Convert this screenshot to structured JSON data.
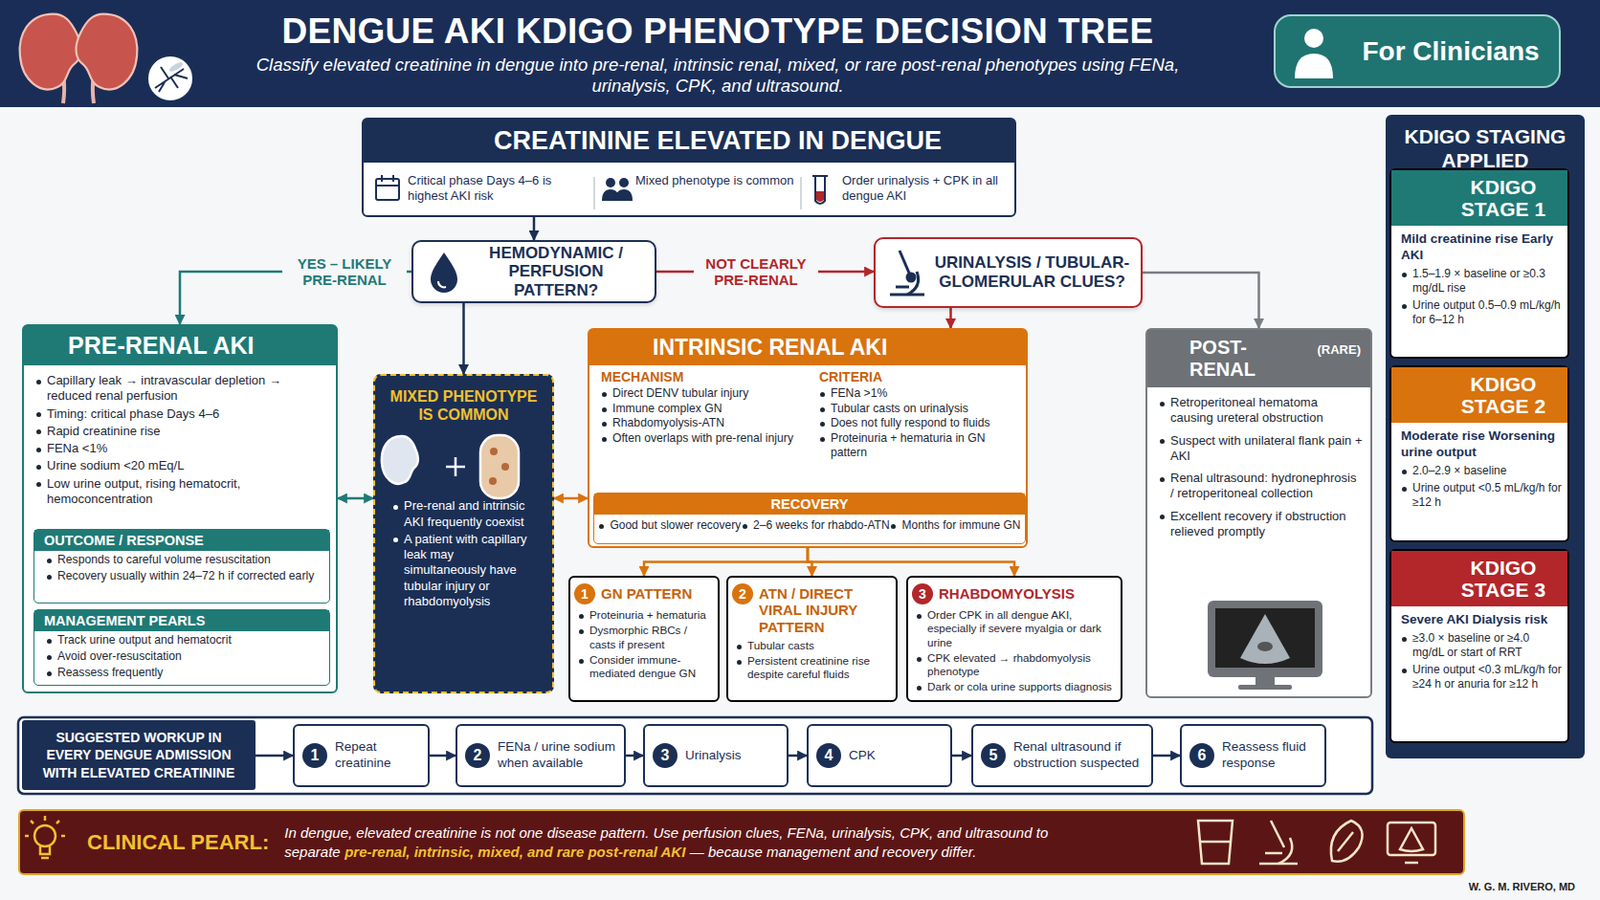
{
  "diagram": {
    "title": "DENGUE AKI KDIGO PHENOTYPE DECISION TREE",
    "caption": "Classify elevated creatinine in dengue into pre-renal, intrinsic renal, mixed, or rare post-renal phenotypes using FENa, urinalysis, CPK, and ultrasound.",
    "nodes": [
      {
        "text": [
          "For Clinicians"
        ]
      },
      {
        "text": [
          "CREATININE ELEVATED IN DENGUE"
        ]
      },
      {
        "text": [
          "Critical phase Days 4–6 is highest AKI risk"
        ],
        "in": 1
      },
      {
        "text": [
          "Mixed phenotype is common"
        ],
        "in": 1
      },
      {
        "text": [
          "Order urinalysis + CPK in all dengue AKI"
        ],
        "in": 1
      },
      {
        "text": [
          "HEMODYNAMIC / PERFUSION PATTERN?"
        ]
      },
      {
        "text": [
          "URINALYSIS / TUBULAR-GLOMERULAR CLUES?"
        ]
      },
      {
        "text": [
          "PRE-RENAL AKI",
          "Capillary leak → intravascular depletion → reduced renal perfusion",
          "Timing: critical phase Days 4–6",
          "Rapid creatinine rise",
          "FENa <1%",
          "Urine sodium <20 mEq/L",
          "Low urine output, rising hematocrit, hemoconcentration"
        ]
      },
      {
        "text": [
          "OUTCOME / RESPONSE",
          "Responds to careful volume resuscitation",
          "Recovery usually within 24–72 h if corrected early"
        ],
        "in": 7
      },
      {
        "text": [
          "MANAGEMENT PEARLS",
          "Track urine output and hematocrit",
          "Avoid over-resuscitation",
          "Reassess frequently"
        ],
        "in": 7
      },
      {
        "text": [
          "MIXED PHENOTYPE IS COMMON",
          "Pre-renal and intrinsic AKI frequently coexist",
          "A patient with capillary leak may simultaneously have tubular injury or rhabdomyolysis"
        ]
      },
      {
        "text": [
          "INTRINSIC RENAL AKI",
          "MECHANISM",
          "Direct DENV tubular injury",
          "Immune complex GN",
          "Rhabdomyolysis-ATN",
          "Often overlaps with pre-renal injury",
          "CRITERIA",
          "FENa >1%",
          "Tubular casts on urinalysis",
          "Does not fully respond to fluids",
          "Proteinuria + hematuria in GN pattern"
        ]
      },
      {
        "text": [
          "RECOVERY",
          "Good but slower recovery",
          "2–6 weeks for rhabdo-ATN",
          "Months for immune GN"
        ],
        "in": 11
      },
      {
        "text": [
          "1",
          "GN PATTERN",
          "Proteinuria + hematuria",
          "Dysmorphic RBCs / casts if present",
          "Consider immune-mediated dengue GN"
        ]
      },
      {
        "text": [
          "2",
          "ATN / DIRECT VIRAL INJURY PATTERN",
          "Tubular casts",
          "Persistent creatinine rise despite careful fluids"
        ]
      },
      {
        "text": [
          "3",
          "RHABDOMYOLYSIS",
          "Order CPK in all dengue AKI, especially if severe myalgia or dark urine",
          "CPK elevated → rhabdomyolysis phenotype",
          "Dark or cola urine supports diagnosis"
        ]
      },
      {
        "text": [
          "POST-RENAL",
          "(RARE)",
          "Retroperitoneal hematoma causing ureteral obstruction",
          "Suspect with unilateral flank pain + AKI",
          "Renal ultrasound: hydronephrosis / retroperitoneal collection",
          "Excellent recovery if obstruction relieved promptly"
        ]
      },
      {
        "text": [
          "SUGGESTED WORKUP IN EVERY DENGUE ADMISSION WITH ELEVATED CREATININE"
        ]
      },
      {
        "text": [
          "1",
          "Repeat creatinine"
        ]
      },
      {
        "text": [
          "2",
          "FENa / urine sodium when available"
        ]
      },
      {
        "text": [
          "3",
          "Urinalysis"
        ]
      },
      {
        "text": [
          "4",
          "CPK"
        ]
      },
      {
        "text": [
          "5",
          "Renal ultrasound if obstruction suspected"
        ]
      },
      {
        "text": [
          "6",
          "Reassess fluid response"
        ]
      },
      {
        "text": [
          "CLINICAL PEARL:",
          "In dengue, elevated creatinine is not one disease pattern. Use perfusion clues, FENa, urinalysis, CPK, and ultrasound to separate",
          "pre-renal, intrinsic, mixed, and rare post-renal AKI",
          "— because management and recovery differ."
        ]
      },
      {
        "text": [
          "KDIGO STAGING APPLIED"
        ]
      },
      {
        "text": [
          "KDIGO STAGE 1",
          "Mild creatinine rise Early AKI",
          "1.5–1.9 × baseline or ≥0.3 mg/dL rise",
          "Urine output 0.5–0.9 mL/kg/h for 6–12 h"
        ],
        "in": 25
      },
      {
        "text": [
          "KDIGO STAGE 2",
          "Moderate rise Worsening urine output",
          "2.0–2.9 × baseline",
          "Urine output <0.5 mL/kg/h for ≥12 h"
        ],
        "in": 25
      },
      {
        "text": [
          "KDIGO STAGE 3",
          "Severe AKI Dialysis risk",
          "≥3.0 × baseline or ≥4.0 mg/dL or start of RRT",
          "Urine output <0.3 mL/kg/h for ≥24 h or anuria for ≥12 h"
        ],
        "in": 25
      }
    ],
    "edges": [
      {
        "from": 1,
        "to": 5,
        "arrow": "to"
      },
      {
        "from": 5,
        "to": 7,
        "label": "YES – LIKELY PRE-RENAL",
        "arrow": "to"
      },
      {
        "from": 5,
        "to": 10,
        "arrow": "to"
      },
      {
        "from": 5,
        "to": 6,
        "label": "NOT CLEARLY PRE-RENAL",
        "arrow": "to"
      },
      {
        "from": 6,
        "to": 11,
        "arrow": "to"
      },
      {
        "from": 6,
        "to": 16,
        "arrow": "to"
      },
      {
        "from": 7,
        "to": 10,
        "arrow": "both"
      },
      {
        "from": 10,
        "to": 11,
        "arrow": "both"
      },
      {
        "from": 11,
        "to": 13,
        "arrow": "to"
      },
      {
        "from": 11,
        "to": 14,
        "arrow": "to"
      },
      {
        "from": 11,
        "to": 15,
        "arrow": "to"
      },
      {
        "from": 17,
        "to": 18,
        "arrow": "to"
      },
      {
        "from": 18,
        "to": 19,
        "arrow": "to"
      },
      {
        "from": 19,
        "to": 20,
        "arrow": "to"
      },
      {
        "from": 20,
        "to": 21,
        "arrow": "to"
      },
      {
        "from": 21,
        "to": 22,
        "arrow": "to"
      },
      {
        "from": 22,
        "to": 23,
        "arrow": "to"
      }
    ],
    "labels": [
      "W. G. M. RIVERO, MD"
    ]
  }
}
